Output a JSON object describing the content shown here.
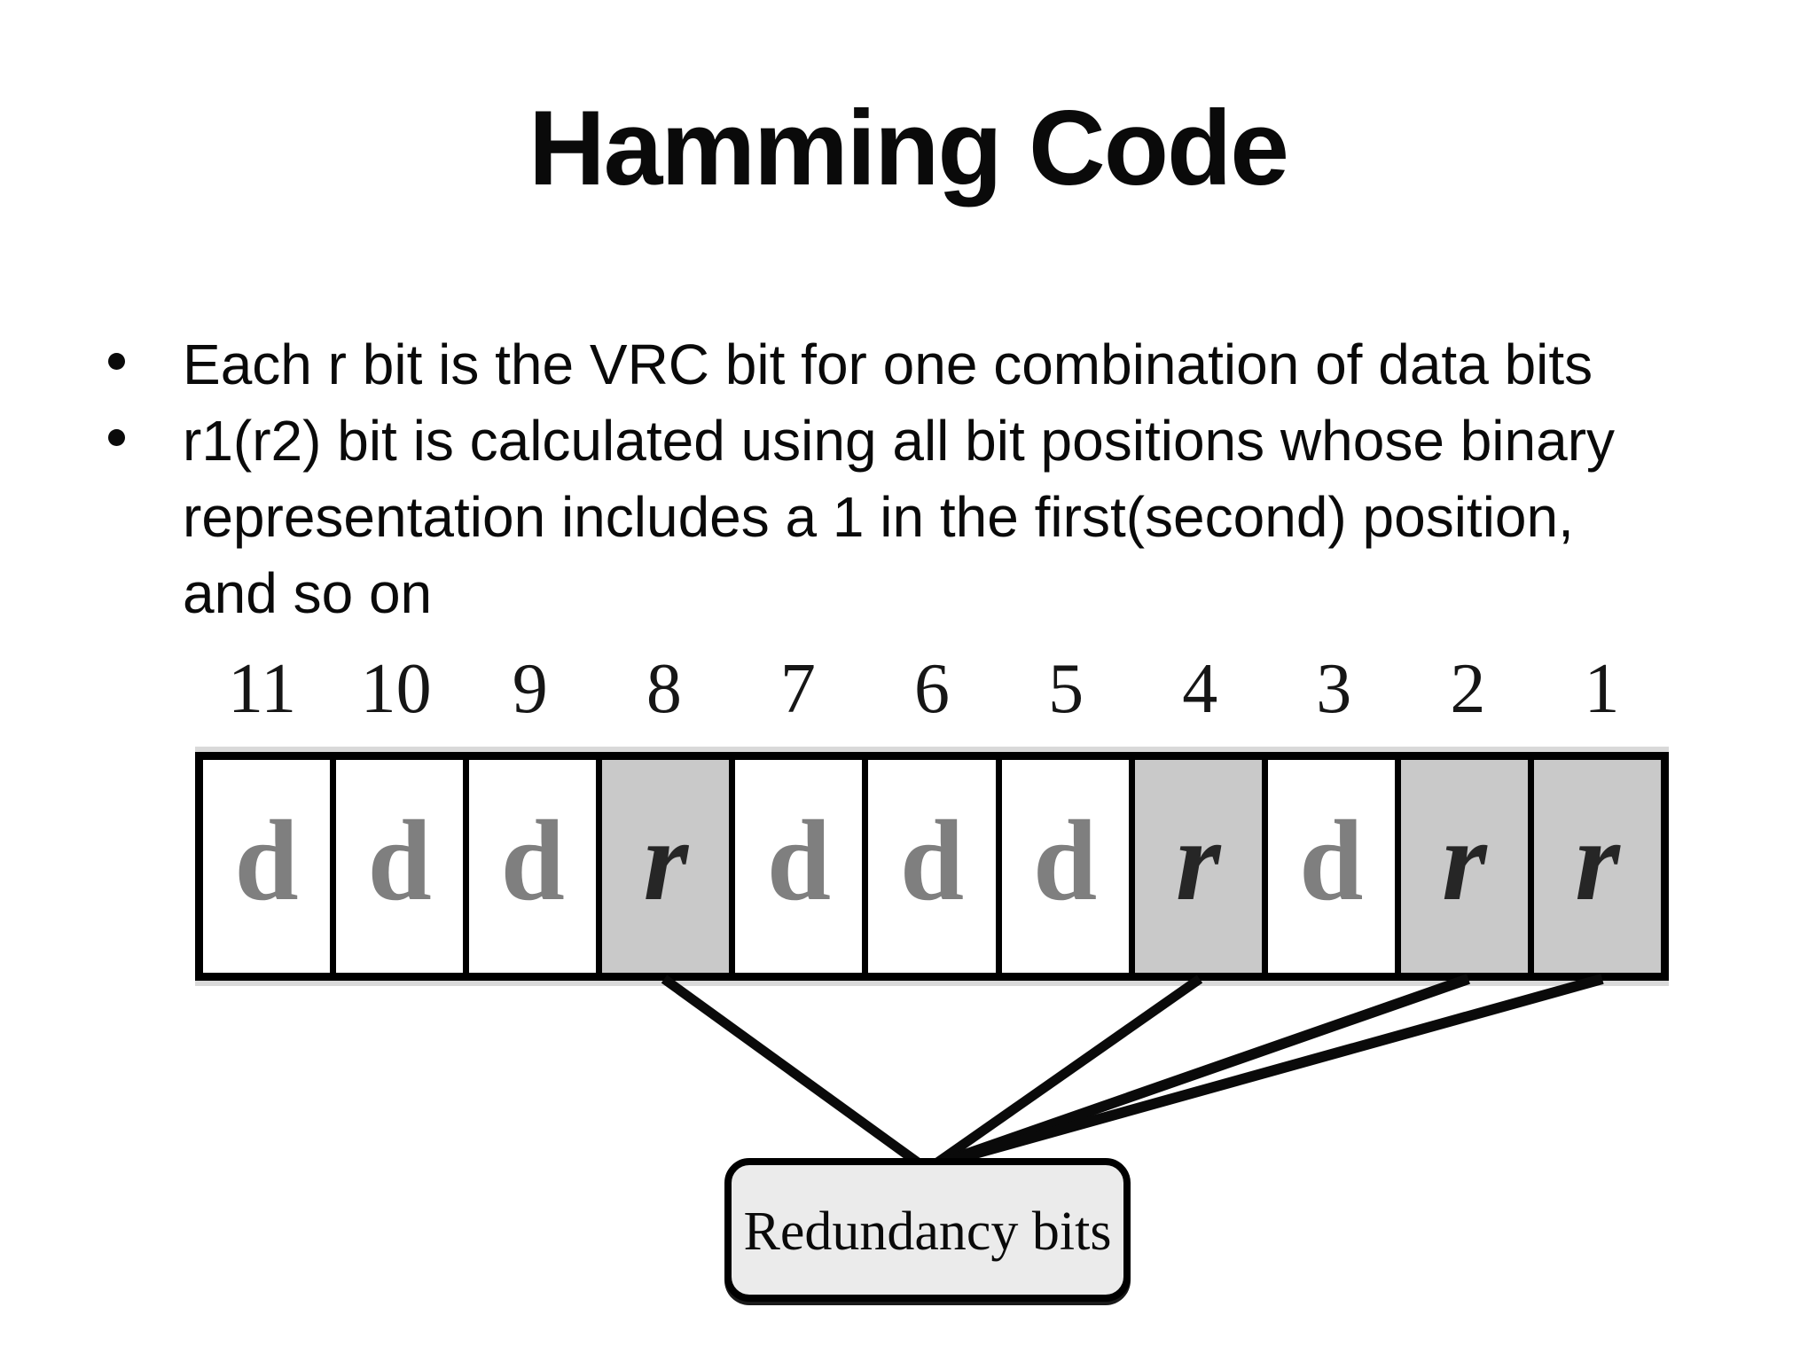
{
  "slide": {
    "title": "Hamming Code",
    "bullets": {
      "b1": "Each r bit is the VRC bit for one combination of data bits",
      "b2_line1": "r1(r2) bit is calculated using all bit positions whose binary",
      "b2_line2": "representation includes a 1 in the first(second) position,",
      "b2_line3": "and so on"
    },
    "diagram": {
      "positions": [
        "11",
        "10",
        "9",
        "8",
        "7",
        "6",
        "5",
        "4",
        "3",
        "2",
        "1"
      ],
      "cells": [
        {
          "label": "d",
          "type": "d"
        },
        {
          "label": "d",
          "type": "d"
        },
        {
          "label": "d",
          "type": "d"
        },
        {
          "label": "r",
          "type": "r"
        },
        {
          "label": "d",
          "type": "d"
        },
        {
          "label": "d",
          "type": "d"
        },
        {
          "label": "d",
          "type": "d"
        },
        {
          "label": "r",
          "type": "r"
        },
        {
          "label": "d",
          "type": "d"
        },
        {
          "label": "r",
          "type": "r"
        },
        {
          "label": "r",
          "type": "r"
        }
      ],
      "box_label": "Redundancy bits",
      "colors": {
        "shaded_cell": "#c9c9c9",
        "letter_d": "#7f7f7f",
        "letter_r": "#262626",
        "box_fill": "#ebebeb",
        "line": "#0a0a0a"
      }
    }
  }
}
